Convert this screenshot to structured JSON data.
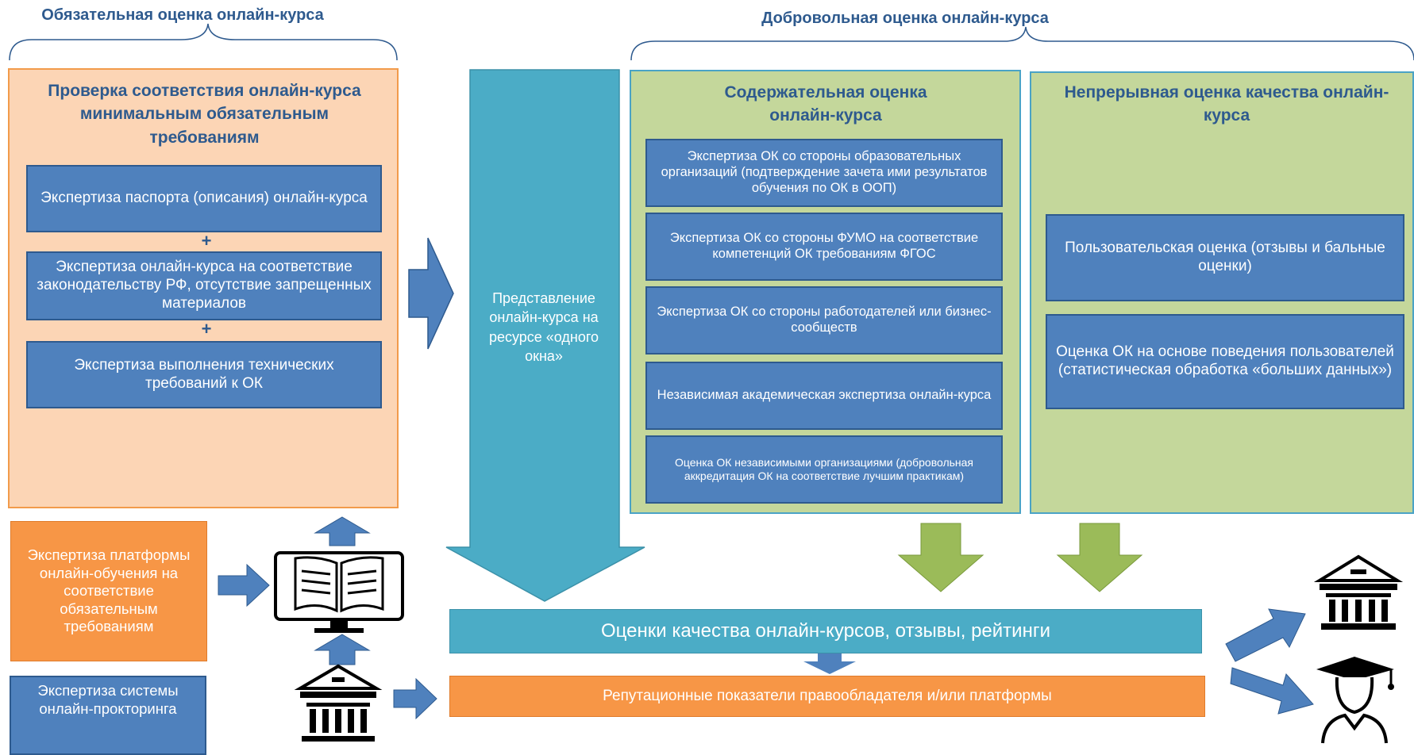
{
  "headers": {
    "mandatory": "Обязательная оценка онлайн-курса",
    "voluntary": "Добровольная оценка онлайн-курса"
  },
  "mandatory": {
    "title": "Проверка соответствия онлайн-курса минимальным обязательным требованиям",
    "items": [
      "Экспертиза паспорта (описания) онлайн-курса",
      "Экспертиза онлайн-курса на соответствие законодательству РФ, отсутствие запрещенных материалов",
      "Экспертиза выполнения технических требований к ОК"
    ],
    "plus": "+"
  },
  "center": {
    "label": "Представление онлайн-курса на ресурсе «одного окна»"
  },
  "content_eval": {
    "title": "Содержательная оценка онлайн-курса",
    "items": [
      "Экспертиза ОК со стороны образовательных организаций (подтверждение зачета ими результатов обучения по ОК в ООП)",
      "Экспертиза ОК со стороны ФУМО на соответствие компетенций ОК требованиям ФГОС",
      "Экспертиза ОК со стороны работодателей или бизнес-сообществ",
      "Независимая академическая экспертиза онлайн-курса",
      "Оценка ОК независимыми организациями (добровольная аккредитация ОК на соответствие лучшим практикам)"
    ]
  },
  "continuous_eval": {
    "title": "Непрерывная оценка качества онлайн-курса",
    "items": [
      "Пользовательская оценка (отзывы и бальные оценки)",
      "Оценка ОК на основе поведения пользователей (статистическая обработка «больших данных»)"
    ]
  },
  "platform": {
    "expertise": "Экспертиза платформы онлайн-обучения на соответствие обязательным требованиям",
    "proctoring": "Экспертиза системы онлайн-прокторинга"
  },
  "results": {
    "ratings": "Оценки качества онлайн-курсов, отзывы, рейтинги",
    "reputation": "Репутационные показатели правообладателя и/или платформы"
  },
  "colors": {
    "header_text": "#2e5a8e",
    "box_blue": "#4f81bd",
    "peach": "#fcd5b5",
    "green": "#c4d79b",
    "teal": "#4bacc6",
    "orange": "#f79646",
    "arrow_green": "#9bbb59"
  }
}
